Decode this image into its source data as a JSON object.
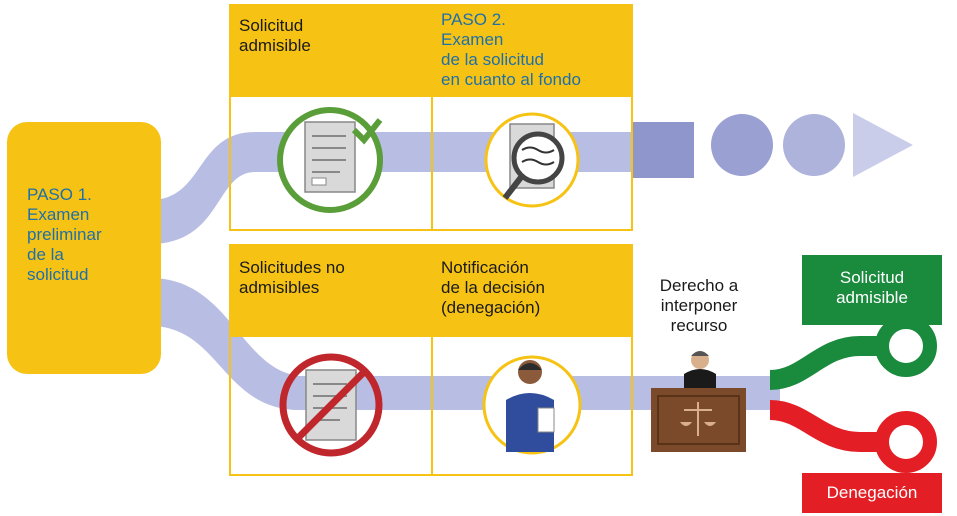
{
  "step1": {
    "label": "PASO 1.\nExamen\npreliminar\nde la\nsolicitud"
  },
  "step2": {
    "label": "PASO 2.\nExamen\nde la solicitud\nen cuanto al fondo"
  },
  "admissible_box": {
    "label": "Solicitud\nadmisible"
  },
  "inadmissible_box": {
    "label": "Solicitudes no\nadmisibles"
  },
  "notification_box": {
    "label": "Notificación\nde la decisión\n(denegación)"
  },
  "appeal": {
    "label": "Derecho a\ninterponer\nrecurso"
  },
  "outcome_admissible": {
    "label": "Solicitud\nadmisible"
  },
  "outcome_denial": {
    "label": "Denegación"
  },
  "colors": {
    "box_yellow": "#f6c315",
    "flow_band": "#c9cdea",
    "flow_dark": "#8f96cc",
    "step_text": "#1f6fa8",
    "success_green": "#1a8a3d",
    "denial_red": "#e31e24",
    "check_green": "#5a9e3a",
    "prohibit_red": "#c0272d"
  }
}
